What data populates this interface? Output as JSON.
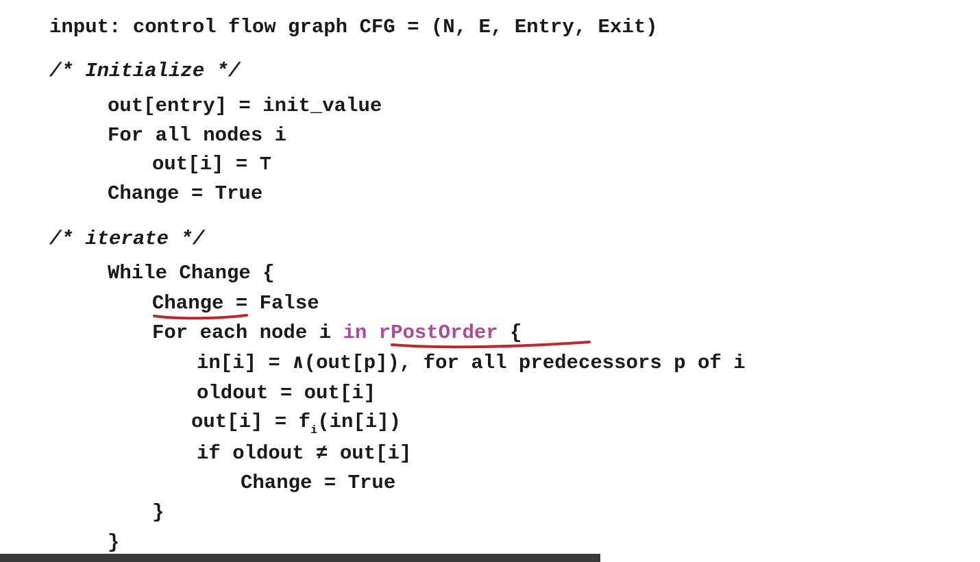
{
  "code": {
    "line_input": "input: control flow graph CFG = (N, E, Entry, Exit)",
    "comment_init": "/* Initialize */",
    "line_out_entry": "out[entry] = init_value",
    "line_for_all": "For all nodes i",
    "line_out_i_top": "out[i] = ⊤",
    "line_change_true_1": "Change = True",
    "comment_iterate": "/* iterate */",
    "line_while": "While Change {",
    "line_change_word": "Change",
    "line_change_false_rest": " = False",
    "line_for_each_prefix": "For each node i ",
    "line_for_each_highlight": "in rPostOrder",
    "line_for_each_suffix": " {",
    "line_in_i": "in[i] = ∧(out[p]), for all predecessors p of i",
    "line_oldout": "oldout = out[i]",
    "line_out_assign_prefix": "out[i] = f",
    "line_out_assign_sub": "i",
    "line_out_assign_suffix": "(in[i])",
    "line_if": "if oldout ≠ out[i]",
    "line_change_true_2": "Change = True",
    "line_close_inner": "}",
    "line_close_outer": "}"
  },
  "colors": {
    "highlight": "#b0489c",
    "annotation_ink": "#c0272d"
  }
}
